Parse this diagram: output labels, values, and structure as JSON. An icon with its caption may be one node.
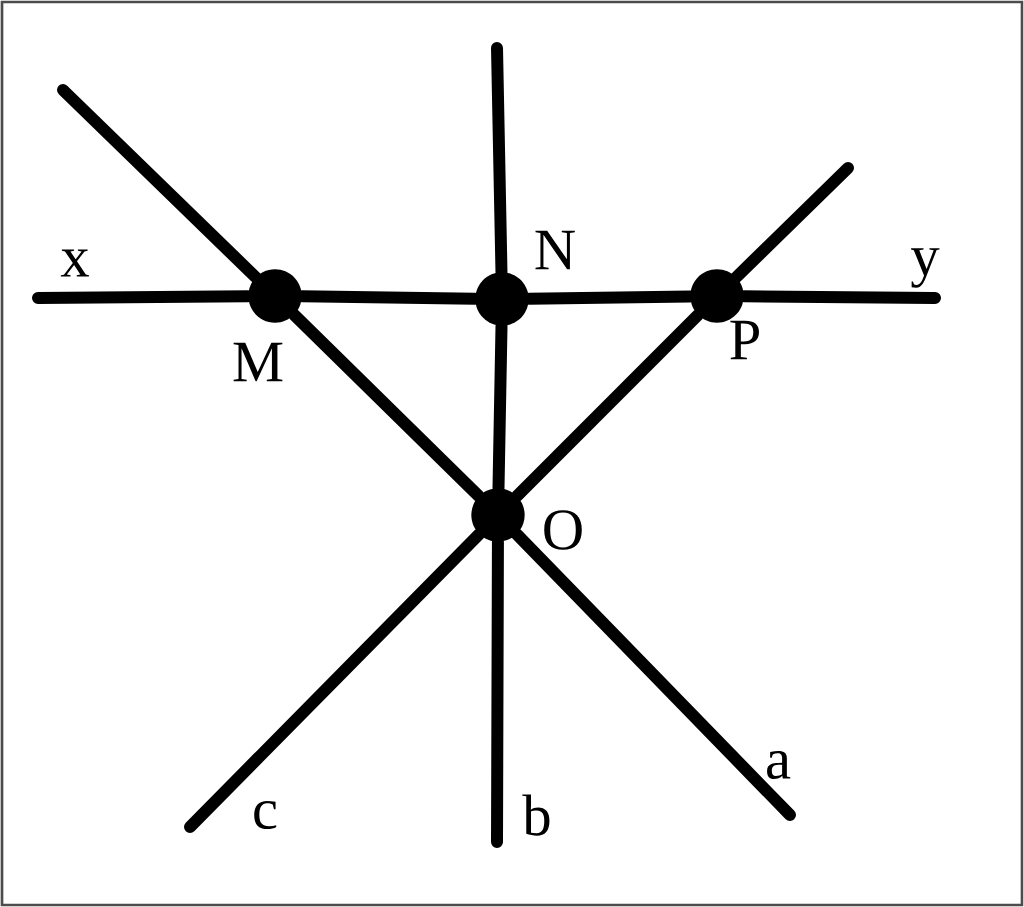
{
  "diagram": {
    "nodes": [
      {
        "text": [],
        "shape": "circle",
        "beside": [
          "M"
        ]
      },
      {
        "text": [],
        "shape": "circle",
        "beside": [
          "N"
        ]
      },
      {
        "text": [],
        "shape": "circle",
        "beside": [
          "P"
        ]
      },
      {
        "text": [],
        "shape": "circle",
        "beside": [
          "O"
        ]
      }
    ],
    "edges": [
      {
        "from": 0,
        "to": 1,
        "arrow": "none"
      },
      {
        "from": 1,
        "to": 2,
        "arrow": "none"
      },
      {
        "from": 0,
        "to": 3,
        "arrow": "none"
      },
      {
        "from": 1,
        "to": 3,
        "arrow": "none"
      },
      {
        "from": 2,
        "to": 3,
        "arrow": "none"
      },
      {
        "from": null,
        "to": 0,
        "arrow": "none"
      },
      {
        "from": 2,
        "to": null,
        "arrow": "none"
      },
      {
        "from": null,
        "to": 0,
        "arrow": "none"
      },
      {
        "from": 3,
        "to": null,
        "arrow": "none"
      },
      {
        "from": null,
        "to": 1,
        "arrow": "none"
      },
      {
        "from": 3,
        "to": null,
        "arrow": "none"
      },
      {
        "from": null,
        "to": 2,
        "arrow": "none"
      },
      {
        "from": 3,
        "to": null,
        "arrow": "none"
      }
    ],
    "labels": [
      "x",
      "y",
      "a",
      "b",
      "c"
    ]
  }
}
